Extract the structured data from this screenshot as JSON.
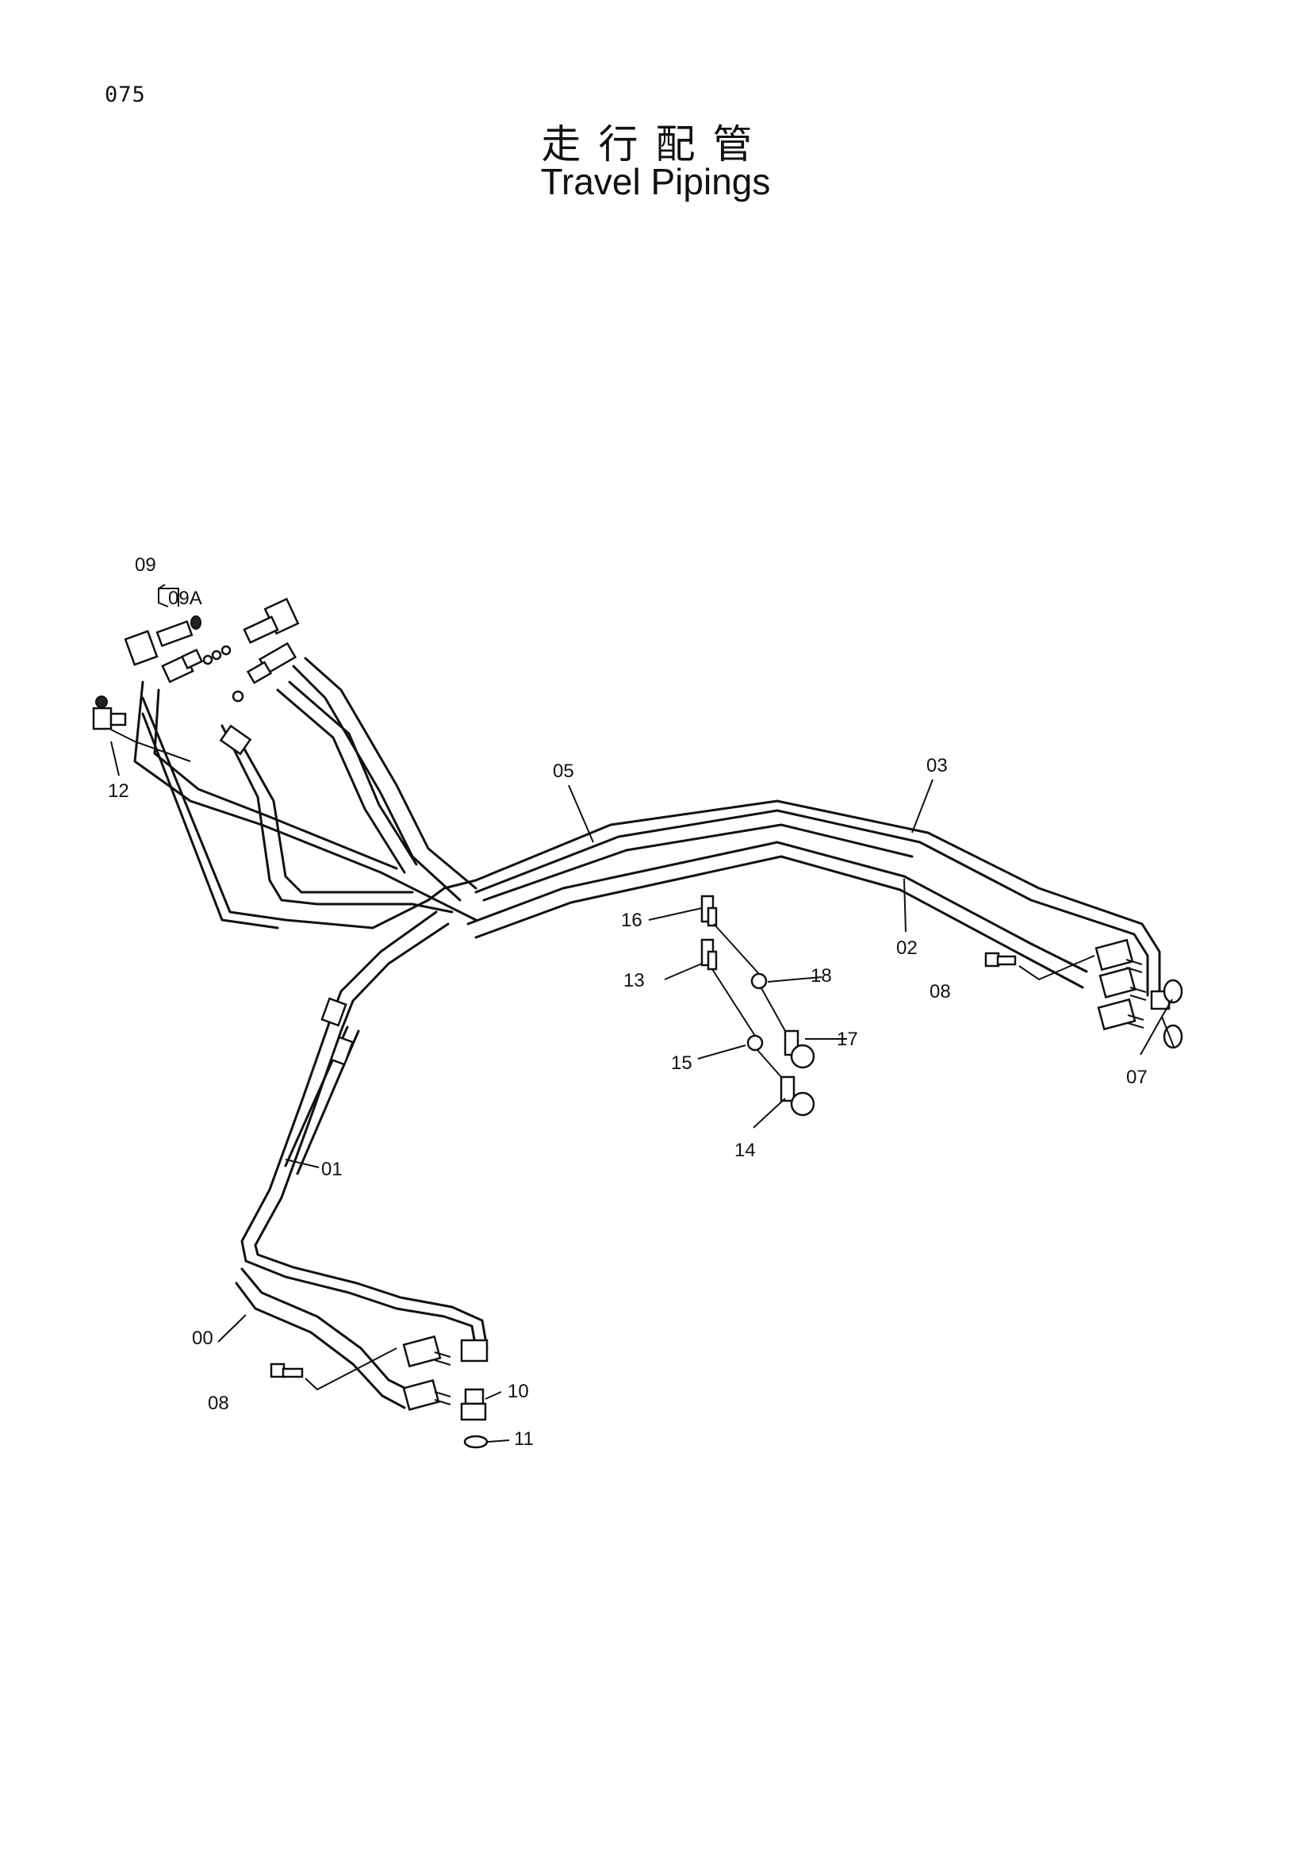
{
  "page_number": "075",
  "title_jp": "走行配管",
  "title_en": "Travel Pipings",
  "callouts": [
    {
      "id": "c09",
      "label": "09"
    },
    {
      "id": "c09a",
      "label": "09A"
    },
    {
      "id": "c12",
      "label": "12"
    },
    {
      "id": "c05",
      "label": "05"
    },
    {
      "id": "c03",
      "label": "03"
    },
    {
      "id": "c02",
      "label": "02"
    },
    {
      "id": "c16",
      "label": "16"
    },
    {
      "id": "c13",
      "label": "13"
    },
    {
      "id": "c18",
      "label": "18"
    },
    {
      "id": "c17",
      "label": "17"
    },
    {
      "id": "c15",
      "label": "15"
    },
    {
      "id": "c14",
      "label": "14"
    },
    {
      "id": "c08r",
      "label": "08"
    },
    {
      "id": "c07",
      "label": "07"
    },
    {
      "id": "c01",
      "label": "01"
    },
    {
      "id": "c00",
      "label": "00"
    },
    {
      "id": "c08l",
      "label": "08"
    },
    {
      "id": "c10",
      "label": "10"
    },
    {
      "id": "c11",
      "label": "11"
    }
  ]
}
